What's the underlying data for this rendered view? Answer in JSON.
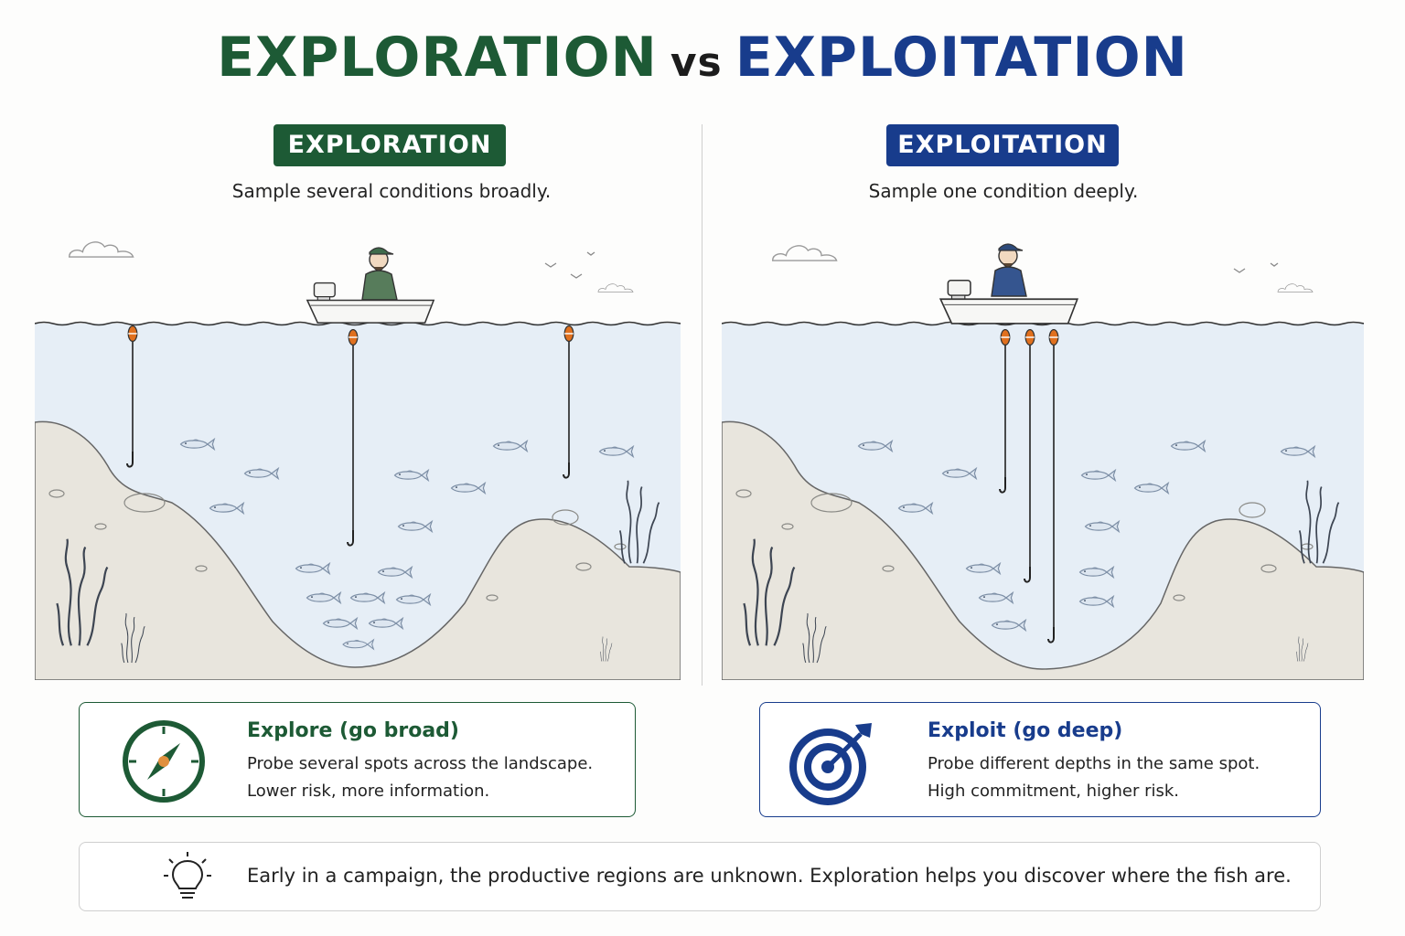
{
  "title": {
    "left": "EXPLORATION",
    "vs": "vs",
    "right": "EXPLOITATION"
  },
  "left_panel": {
    "badge": "EXPLORATION",
    "subtitle": "Sample several conditions broadly."
  },
  "right_panel": {
    "badge": "EXPLOITATION",
    "subtitle": "Sample one condition deeply."
  },
  "explore_card": {
    "icon": "compass-icon",
    "heading": "Explore (go broad)",
    "line1": "Probe several spots across the landscape.",
    "line2": "Lower risk, more information."
  },
  "exploit_card": {
    "icon": "target-arrow-icon",
    "heading": "Exploit (go deep)",
    "line1": "Probe different depths in the same spot.",
    "line2": "High commitment, higher risk."
  },
  "tip": {
    "icon": "lightbulb-icon",
    "text": "Early in a campaign, the productive regions are unknown. Exploration helps you discover where the fish are."
  },
  "colors": {
    "explore_green": "#1d5a35",
    "exploit_blue": "#183c8c",
    "bobber_orange": "#e0701e",
    "water": "#e6eef6",
    "seabed": "#e8e5dd"
  }
}
